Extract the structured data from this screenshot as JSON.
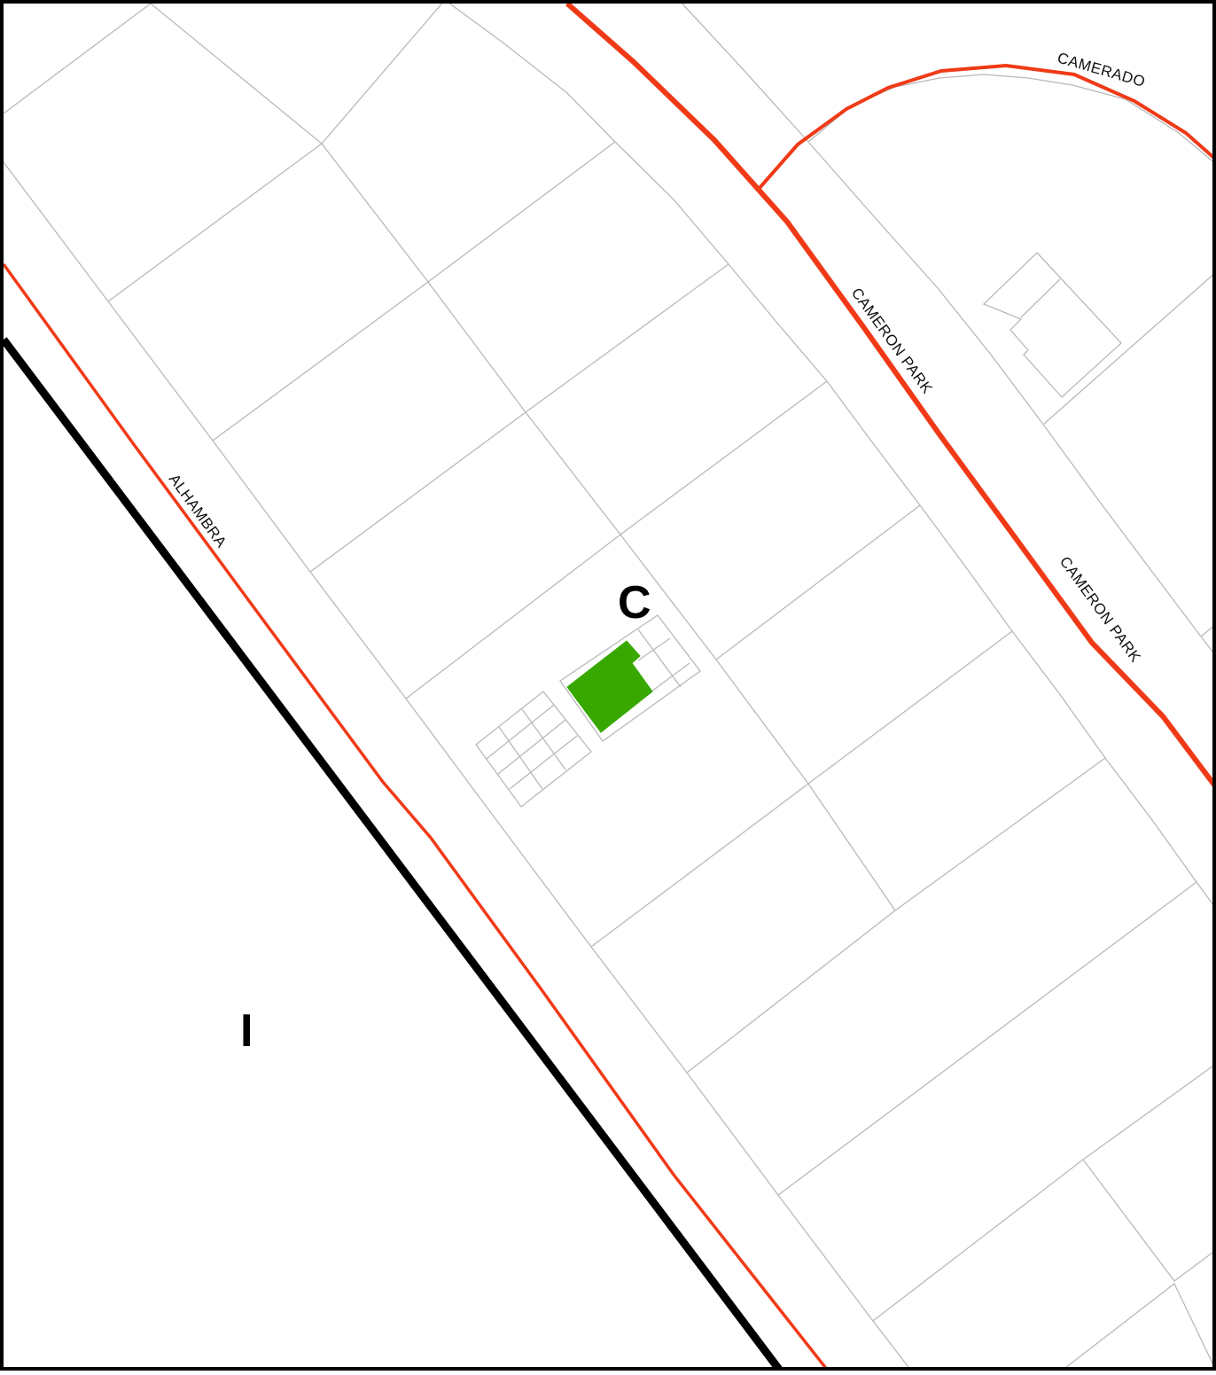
{
  "map": {
    "streets": {
      "alhambra": "ALHAMBRA",
      "cameron_park_north": "CAMERON PARK",
      "cameron_park_south": "CAMERON PARK",
      "camerado": "CAMERADO"
    },
    "zones": {
      "zone_c": "C",
      "zone_i": "I"
    },
    "colors": {
      "street_centerline": "#f03a17",
      "highway": "#000000",
      "parcel_line": "#b9b9b9",
      "subject_parcel": "#38a800",
      "frame": "#000000"
    }
  }
}
